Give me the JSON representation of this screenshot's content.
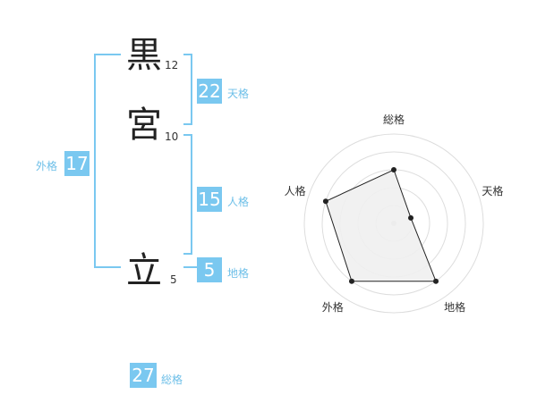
{
  "name": {
    "chars": [
      "黒",
      "宮",
      "立"
    ],
    "strokes": [
      "12",
      "10",
      "5"
    ]
  },
  "fortunes": {
    "tenkaku": {
      "value": "22",
      "label": "天格"
    },
    "jinkaku": {
      "value": "15",
      "label": "人格"
    },
    "chikaku": {
      "value": "5",
      "label": "地格"
    },
    "gaikaku": {
      "value": "17",
      "label": "外格"
    },
    "soukaku": {
      "value": "27",
      "label": "総格"
    }
  },
  "chart_data": {
    "type": "radar",
    "axes": [
      "総格",
      "天格",
      "地格",
      "外格",
      "人格"
    ],
    "values": [
      3,
      1,
      4,
      4,
      4
    ],
    "rmax": 5,
    "rings": 5,
    "colors": {
      "fill": "#f0f0f0",
      "line": "#222222",
      "grid": "#dddddd"
    }
  }
}
